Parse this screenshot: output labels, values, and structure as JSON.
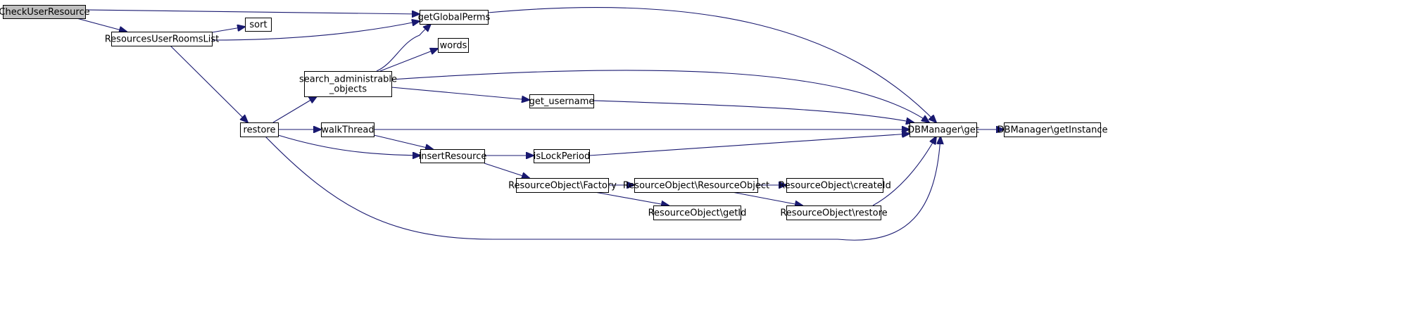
{
  "colors": {
    "edge": "#191970",
    "node_border": "#000000",
    "node_fill": "#ffffff",
    "root_fill": "#bfbfbf"
  },
  "nodes": [
    {
      "id": "checkuserresource",
      "lines": [
        "CheckUserResource"
      ],
      "root": true
    },
    {
      "id": "resourcesuserroomslist",
      "lines": [
        "ResourcesUserRoomsList"
      ]
    },
    {
      "id": "sort",
      "lines": [
        "sort"
      ]
    },
    {
      "id": "getglobalperms",
      "lines": [
        "getGlobalPerms"
      ]
    },
    {
      "id": "words",
      "lines": [
        "words"
      ]
    },
    {
      "id": "search-administrable-objects",
      "lines": [
        "search_administrable",
        "_objects"
      ]
    },
    {
      "id": "get-username",
      "lines": [
        "get_username"
      ]
    },
    {
      "id": "restore",
      "lines": [
        "restore"
      ]
    },
    {
      "id": "walkthread",
      "lines": [
        "walkThread"
      ]
    },
    {
      "id": "insertresource",
      "lines": [
        "insertResource"
      ]
    },
    {
      "id": "islockperiod",
      "lines": [
        "isLockPeriod"
      ]
    },
    {
      "id": "resourceobject-factory",
      "lines": [
        "ResourceObject\\Factory"
      ]
    },
    {
      "id": "resourceobject-resourceobject",
      "lines": [
        "ResourceObject\\ResourceObject"
      ]
    },
    {
      "id": "resourceobject-createid",
      "lines": [
        "ResourceObject\\createId"
      ]
    },
    {
      "id": "resourceobject-getid",
      "lines": [
        "ResourceObject\\getId"
      ]
    },
    {
      "id": "resourceobject-restore",
      "lines": [
        "ResourceObject\\restore"
      ]
    },
    {
      "id": "dbmanager-get",
      "lines": [
        "DBManager\\get"
      ]
    },
    {
      "id": "dbmanager-getinstance",
      "lines": [
        "DBManager\\getInstance"
      ]
    }
  ],
  "edges": [
    {
      "from": "checkuserresource",
      "to": "getglobalperms"
    },
    {
      "from": "checkuserresource",
      "to": "resourcesuserroomslist"
    },
    {
      "from": "resourcesuserroomslist",
      "to": "sort"
    },
    {
      "from": "resourcesuserroomslist",
      "to": "getglobalperms"
    },
    {
      "from": "resourcesuserroomslist",
      "to": "restore"
    },
    {
      "from": "getglobalperms",
      "to": "dbmanager-get"
    },
    {
      "from": "search-administrable-objects",
      "to": "getglobalperms"
    },
    {
      "from": "search-administrable-objects",
      "to": "words"
    },
    {
      "from": "search-administrable-objects",
      "to": "dbmanager-get"
    },
    {
      "from": "search-administrable-objects",
      "to": "get-username"
    },
    {
      "from": "get-username",
      "to": "dbmanager-get"
    },
    {
      "from": "restore",
      "to": "search-administrable-objects"
    },
    {
      "from": "restore",
      "to": "walkthread"
    },
    {
      "from": "restore",
      "to": "insertresource"
    },
    {
      "from": "restore",
      "to": "dbmanager-get"
    },
    {
      "from": "walkthread",
      "to": "dbmanager-get"
    },
    {
      "from": "walkthread",
      "to": "insertresource"
    },
    {
      "from": "insertresource",
      "to": "islockperiod"
    },
    {
      "from": "insertresource",
      "to": "resourceobject-factory"
    },
    {
      "from": "islockperiod",
      "to": "dbmanager-get"
    },
    {
      "from": "resourceobject-factory",
      "to": "resourceobject-resourceobject"
    },
    {
      "from": "resourceobject-factory",
      "to": "resourceobject-getid"
    },
    {
      "from": "resourceobject-resourceobject",
      "to": "resourceobject-createid"
    },
    {
      "from": "resourceobject-resourceobject",
      "to": "resourceobject-restore"
    },
    {
      "from": "resourceobject-restore",
      "to": "dbmanager-get"
    },
    {
      "from": "dbmanager-get",
      "to": "dbmanager-getinstance"
    }
  ]
}
